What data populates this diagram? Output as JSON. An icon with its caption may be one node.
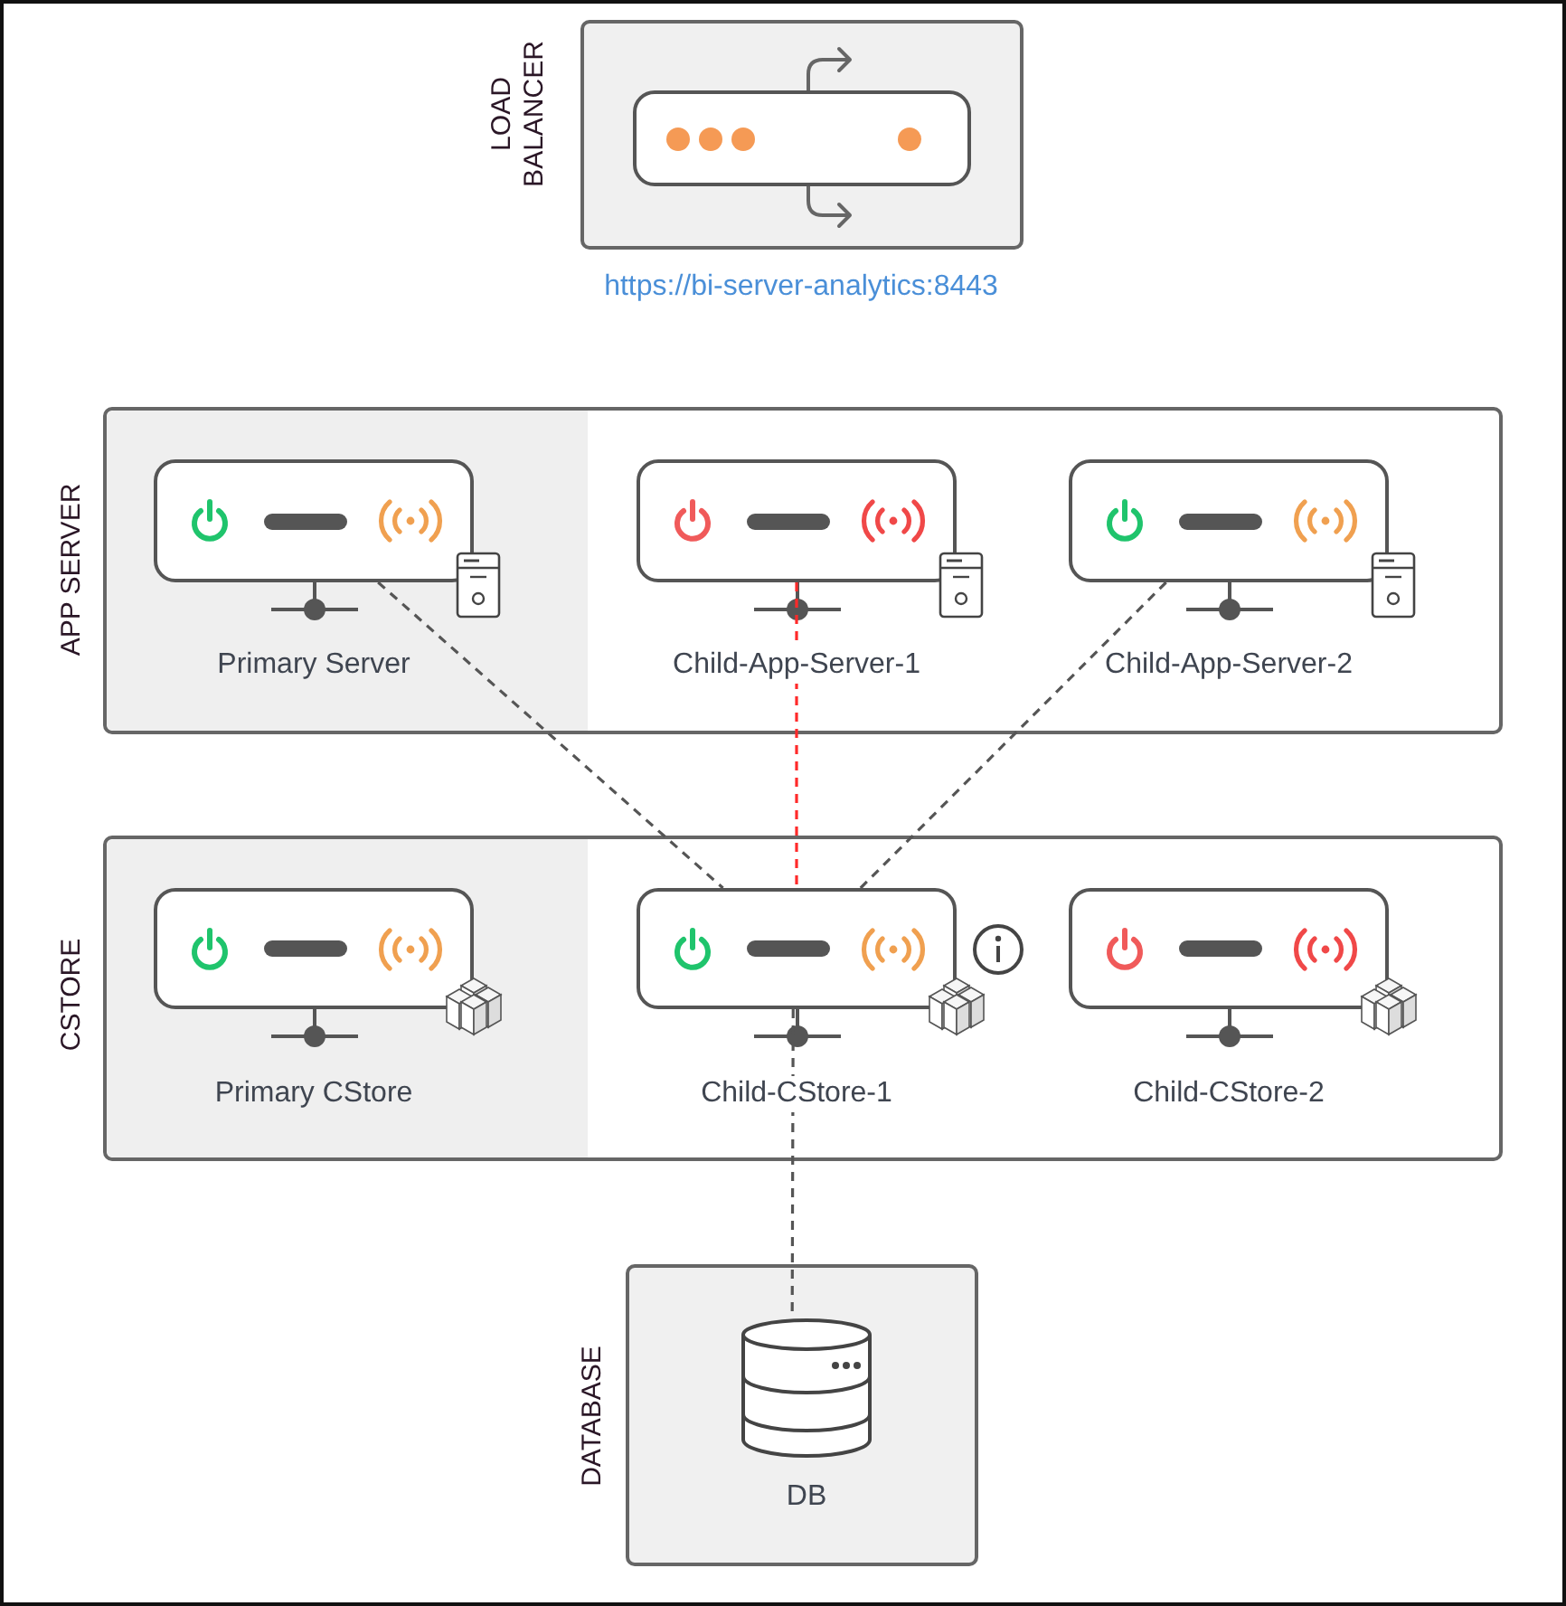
{
  "diagram": {
    "nodes": [
      {
        "text": [
          "LOAD BALANCER"
        ],
        "beside": [
          "https://bi-server-analytics:8443"
        ]
      },
      {
        "text": [],
        "shape": "box",
        "in": 0
      },
      {
        "text": [
          "APP SERVER"
        ]
      },
      {
        "text": [],
        "shape": "box",
        "in": 2,
        "beside": [
          "Primary Server"
        ]
      },
      {
        "text": [],
        "shape": "box",
        "in": 2,
        "beside": [
          "Child-App-Server-1"
        ]
      },
      {
        "text": [],
        "shape": "box",
        "in": 2,
        "beside": [
          "Child-App-Server-2"
        ]
      },
      {
        "text": [
          "CSTORE"
        ]
      },
      {
        "text": [],
        "shape": "box",
        "in": 6,
        "beside": [
          "Primary CStore"
        ]
      },
      {
        "text": [],
        "shape": "box",
        "in": 6,
        "beside": [
          "Child-CStore-1"
        ]
      },
      {
        "text": [],
        "shape": "box",
        "in": 6,
        "beside": [
          "Child-CStore-2"
        ]
      },
      {
        "text": [
          "DATABASE"
        ]
      },
      {
        "text": [],
        "shape": "cylinder",
        "in": 10,
        "beside": [
          "DB"
        ]
      }
    ],
    "edges": [
      {
        "from": 3,
        "to": 8,
        "arrow": "none",
        "style": "dashed"
      },
      {
        "from": 4,
        "to": 8,
        "arrow": "none",
        "style": "dashed",
        "color": "#ff2a2a"
      },
      {
        "from": 5,
        "to": 8,
        "arrow": "none",
        "style": "dashed"
      },
      {
        "from": 8,
        "to": 11,
        "arrow": "none",
        "style": "dashed"
      }
    ]
  }
}
